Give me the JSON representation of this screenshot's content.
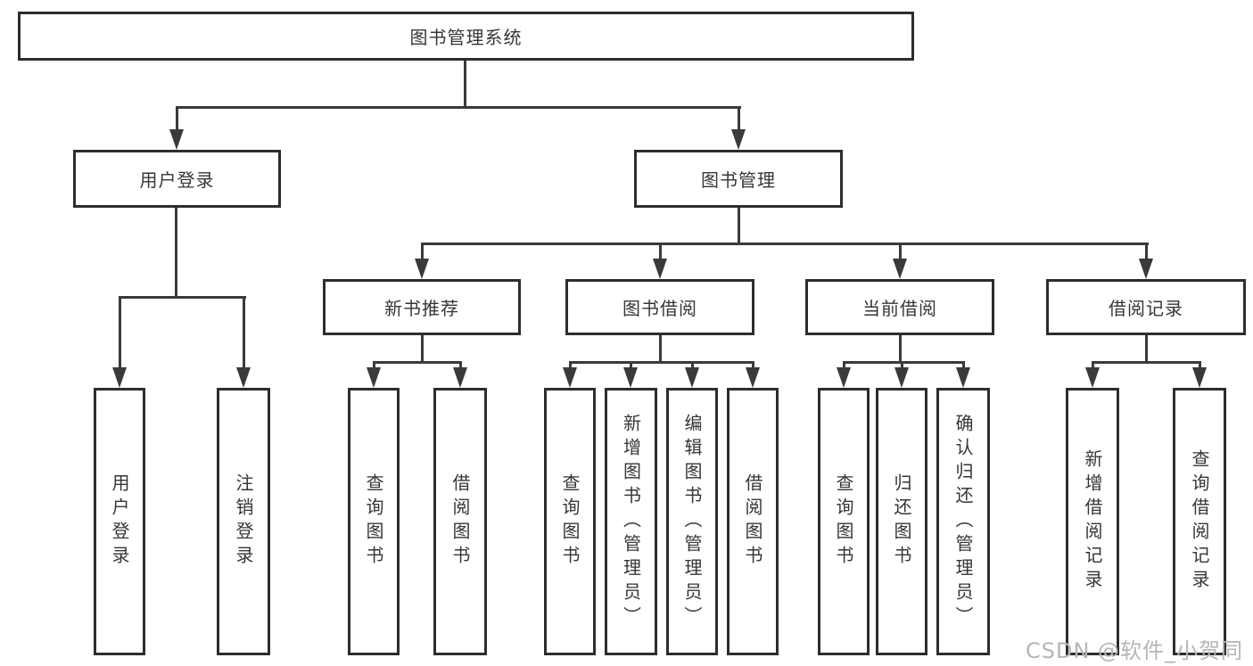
{
  "diagram_title": "图书管理系统",
  "tree": {
    "root": {
      "label": "图书管理系统",
      "children": [
        {
          "label": "用户登录",
          "children": [
            {
              "label": "用户登录"
            },
            {
              "label": "注销登录"
            }
          ]
        },
        {
          "label": "图书管理",
          "children": [
            {
              "label": "新书推荐",
              "children": [
                {
                  "label": "查询图书"
                },
                {
                  "label": "借阅图书"
                }
              ]
            },
            {
              "label": "图书借阅",
              "children": [
                {
                  "label": "查询图书"
                },
                {
                  "label": "新增图书（管理员）"
                },
                {
                  "label": "编辑图书（管理员）"
                },
                {
                  "label": "借阅图书"
                }
              ]
            },
            {
              "label": "当前借阅",
              "children": [
                {
                  "label": "查询图书"
                },
                {
                  "label": "归还图书"
                },
                {
                  "label": "确认归还（管理员）"
                }
              ]
            },
            {
              "label": "借阅记录",
              "children": [
                {
                  "label": "新增借阅记录"
                },
                {
                  "label": "查询借阅记录"
                }
              ]
            }
          ]
        }
      ]
    }
  },
  "watermark": {
    "text": "CSDN @软件_小贺同学"
  },
  "colors": {
    "line": "#3a3a3a",
    "box_border": "#2d2d2d",
    "text": "#363636",
    "watermark": "#b5b5b5",
    "background": "#ffffff"
  }
}
